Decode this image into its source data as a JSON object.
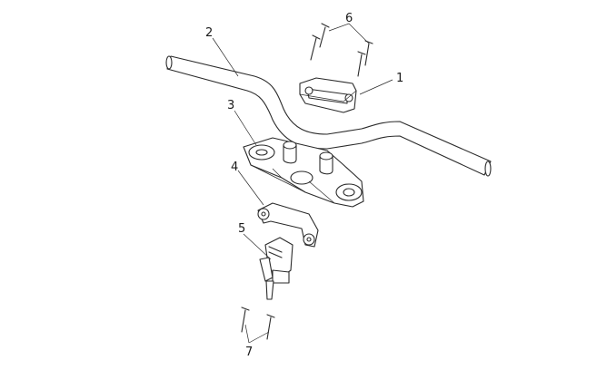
{
  "callouts": [
    {
      "id": "part-1",
      "number": "1"
    },
    {
      "id": "part-2",
      "number": "2"
    },
    {
      "id": "part-3",
      "number": "3"
    },
    {
      "id": "part-4",
      "number": "4"
    },
    {
      "id": "part-5",
      "number": "5"
    },
    {
      "id": "part-6",
      "number": "6"
    },
    {
      "id": "part-7",
      "number": "7"
    }
  ],
  "colors": {
    "line": "#2b2b2b",
    "background": "#ffffff"
  }
}
